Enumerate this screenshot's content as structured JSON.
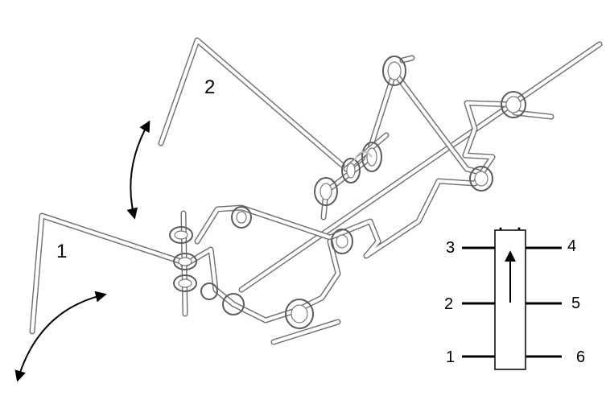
{
  "labels": {
    "part_1": "1",
    "part_2": "2"
  },
  "switch_diagram": {
    "terminals_left": [
      "3",
      "2",
      "1"
    ],
    "terminals_right": [
      "4",
      "5",
      "6"
    ]
  },
  "colors": {
    "line": "#000000",
    "tube_outline": "#6e6e6e",
    "background": "#ffffff"
  }
}
